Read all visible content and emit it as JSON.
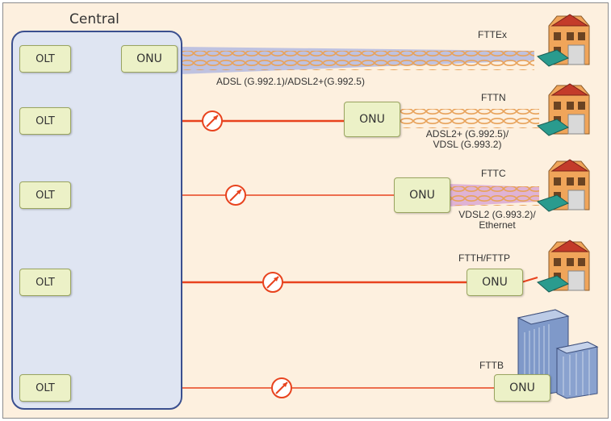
{
  "title": "Central",
  "colors": {
    "fiber": "#e8431e",
    "copper": "#e8a25a",
    "central_fill": "#dfe5f2",
    "central_border": "#3a4f8f",
    "box_fill": "#ecf1c7"
  },
  "rows": [
    {
      "id": "fttex",
      "olt": "OLT",
      "onu": "ONU",
      "type": "FTTEx",
      "medium": "ADSL (G.992.1)/ADSL2+(G.992.5)",
      "medium_line2": ""
    },
    {
      "id": "fttn",
      "olt": "OLT",
      "onu": "ONU",
      "type": "FTTN",
      "medium": "ADSL2+ (G.992.5)/",
      "medium_line2": "VDSL (G.993.2)"
    },
    {
      "id": "fttc",
      "olt": "OLT",
      "onu": "ONU",
      "type": "FTTC",
      "medium": "VDSL2 (G.993.2)/",
      "medium_line2": "Ethernet"
    },
    {
      "id": "ftth",
      "olt": "OLT",
      "onu": "ONU",
      "type": "FTTH/FTTP",
      "medium": "",
      "medium_line2": ""
    },
    {
      "id": "fttb",
      "olt": "OLT",
      "onu": "ONU",
      "type": "FTTB",
      "medium": "",
      "medium_line2": ""
    }
  ],
  "icons": {
    "splitter": "splitter-icon",
    "house": "house-icon",
    "office": "office-building-icon"
  }
}
